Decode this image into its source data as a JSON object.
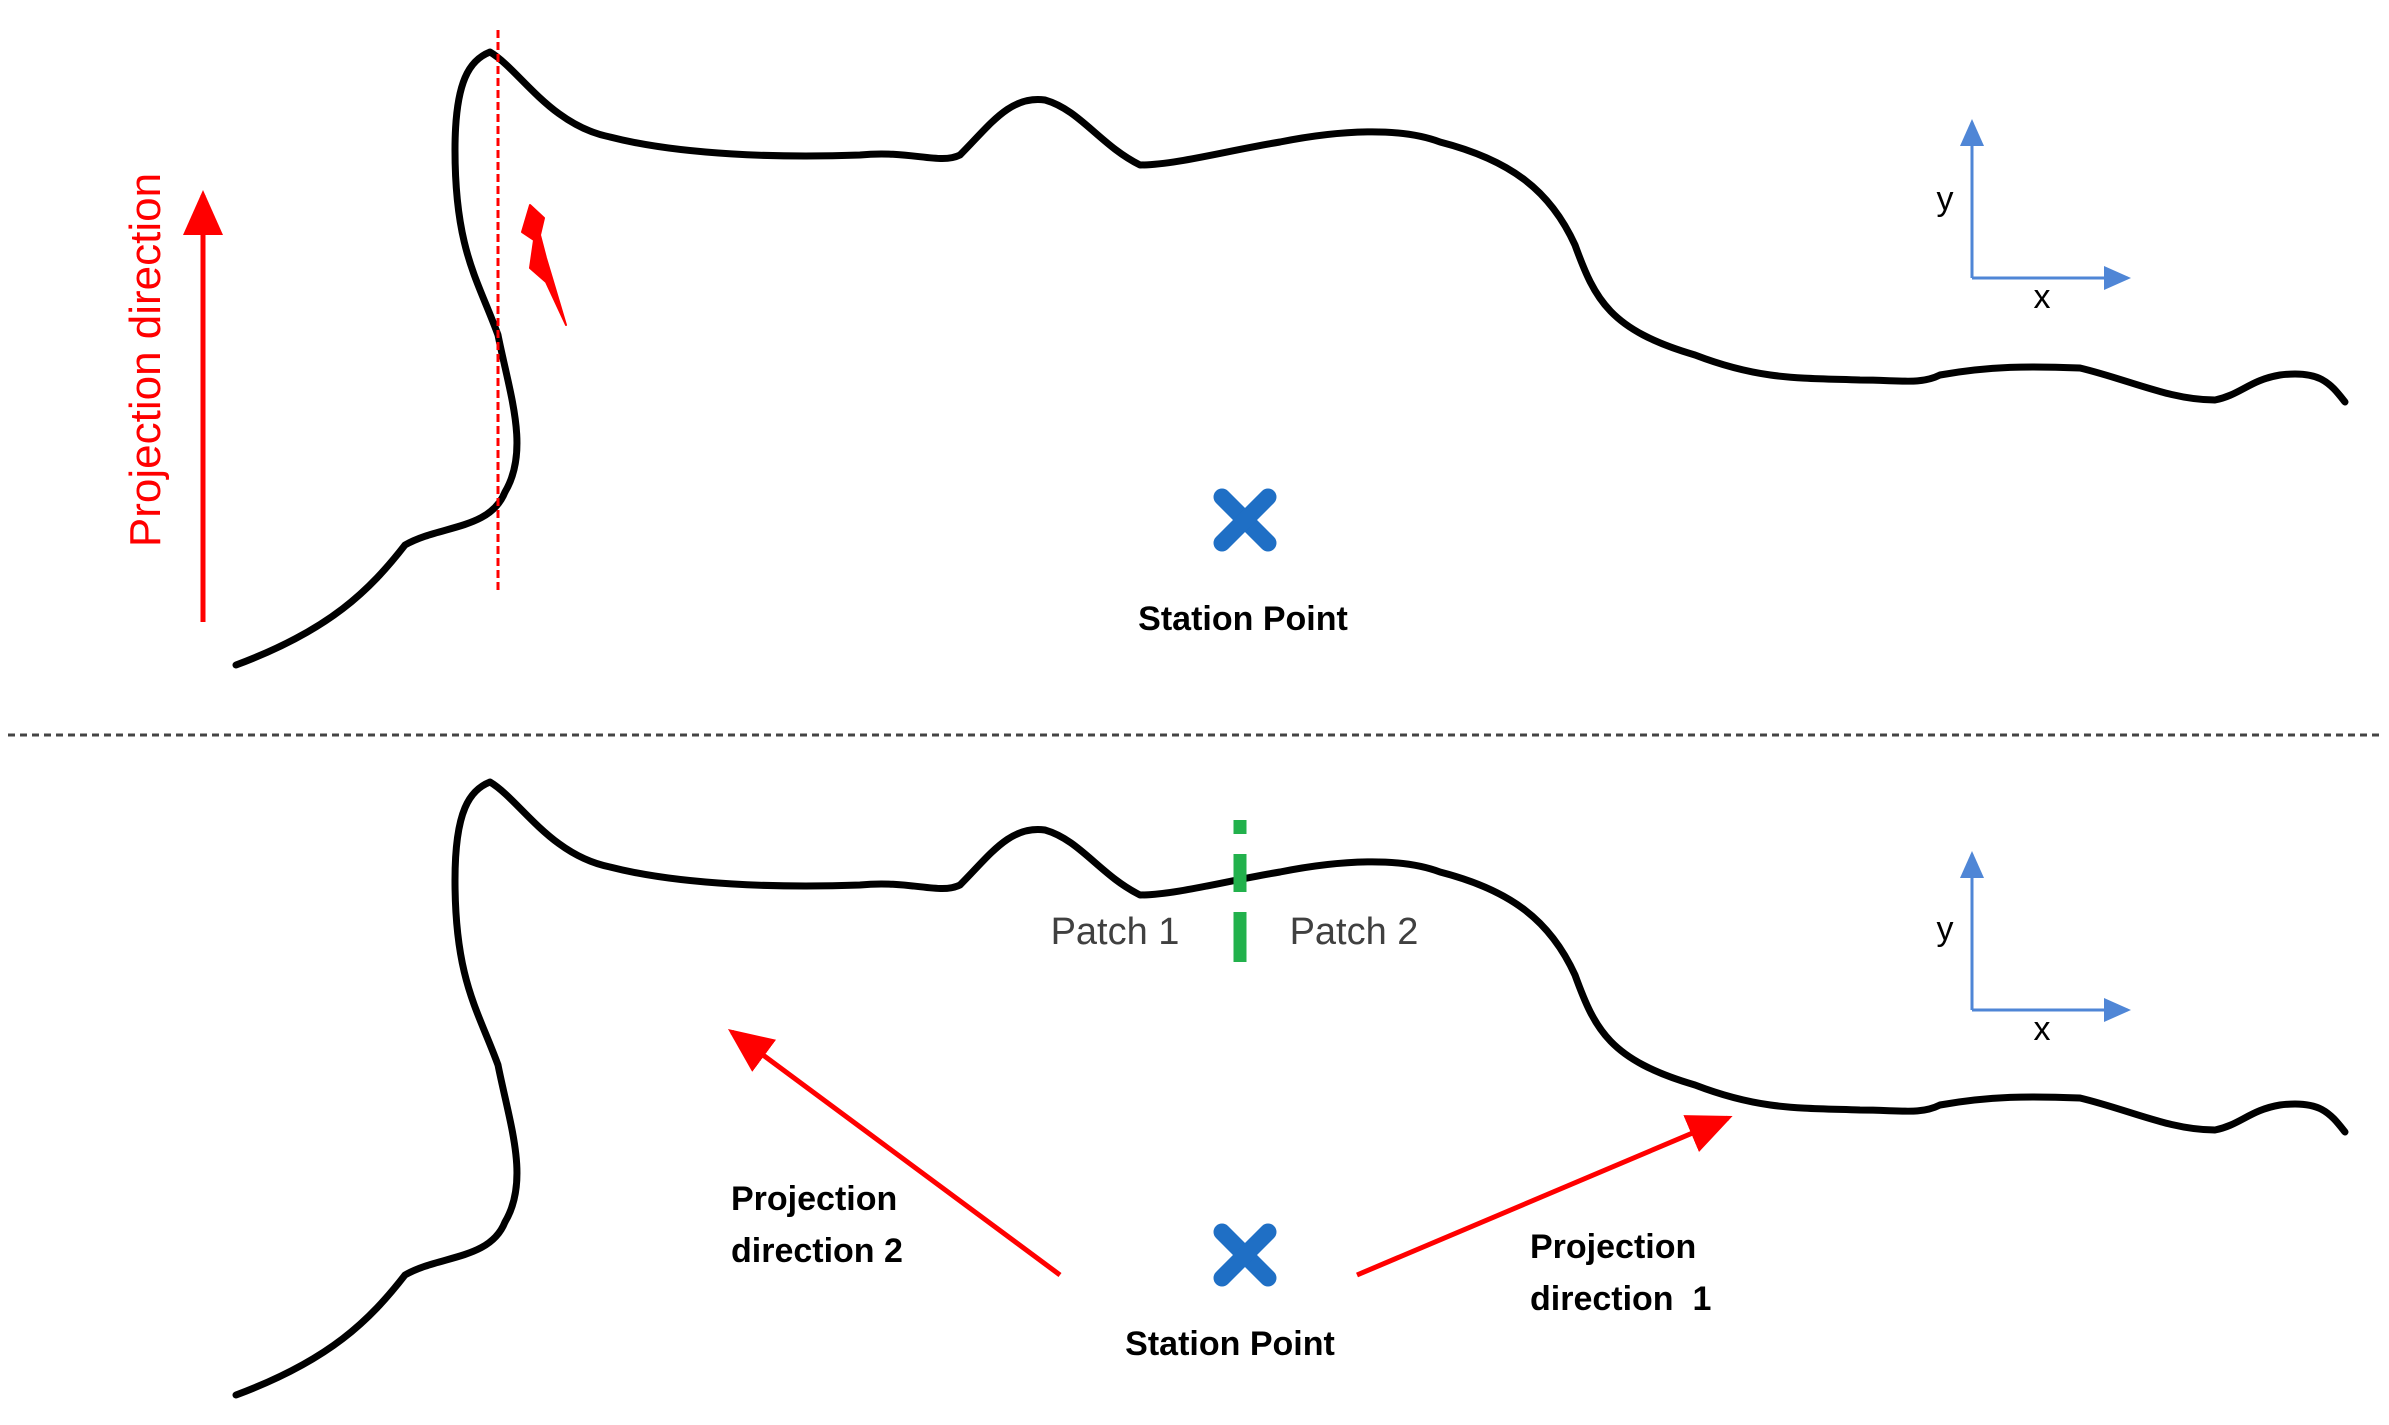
{
  "colors": {
    "terrain": "#000000",
    "projection": "#ff0000",
    "station": "#1f6fc5",
    "axes": "#4f86d6",
    "patch_boundary": "#22b14c",
    "divider": "#444444",
    "label": "#000000",
    "patch_label": "#404040"
  },
  "top_panel": {
    "projection_label": "Projection direction",
    "station_label": "Station Point",
    "axis_y_label": "y",
    "axis_x_label": "x",
    "icons": [
      "terrain-profile",
      "lightning-icon",
      "station-point-icon",
      "axis-arrows-icon"
    ]
  },
  "bottom_panel": {
    "patch1_label": "Patch 1",
    "patch2_label": "Patch 2",
    "projection2_line1": "Projection",
    "projection2_line2": "direction 2",
    "projection1_line1": "Projection",
    "projection1_line2": "direction  1",
    "station_label": "Station Point",
    "axis_y_label": "y",
    "axis_x_label": "x",
    "icons": [
      "terrain-profile",
      "station-point-icon",
      "axis-arrows-icon",
      "patch-boundary"
    ]
  }
}
